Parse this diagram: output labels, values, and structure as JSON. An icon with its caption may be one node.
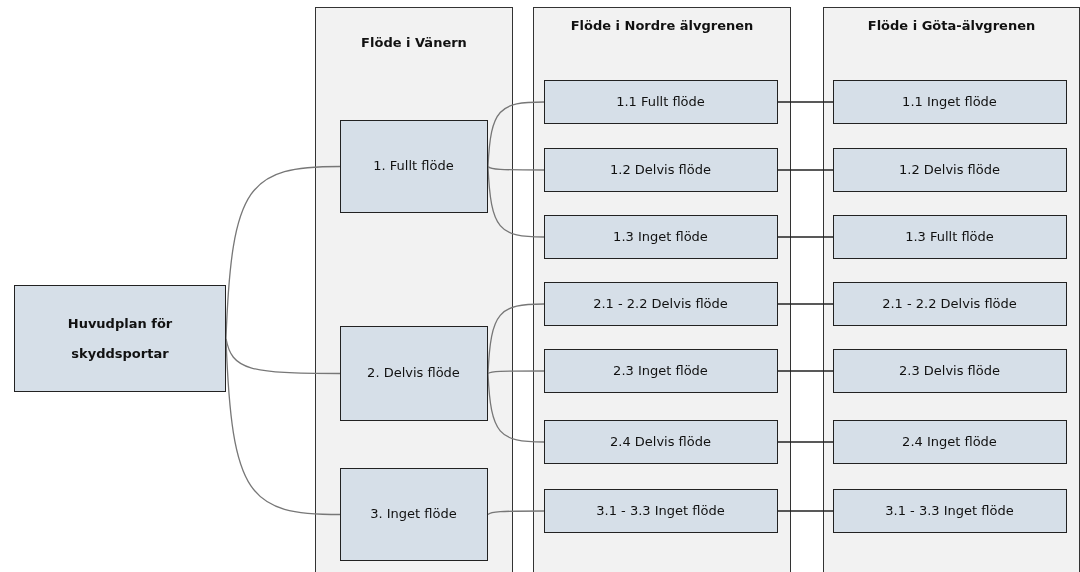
{
  "diagram": {
    "nodes": [
      {
        "text": [
          "Huvudplan för skyddsportar"
        ]
      },
      {
        "text": [
          "Flöde i Vänern"
        ]
      },
      {
        "text": [
          "1. Fullt flöde"
        ],
        "in": 1
      },
      {
        "text": [
          "2. Delvis flöde"
        ],
        "in": 1
      },
      {
        "text": [
          "3. Inget flöde"
        ],
        "in": 1
      },
      {
        "text": [
          "Flöde i Nordre älvgrenen"
        ]
      },
      {
        "text": [
          "1.1 Fullt flöde"
        ],
        "in": 5
      },
      {
        "text": [
          "1.2 Delvis flöde"
        ],
        "in": 5
      },
      {
        "text": [
          "1.3 Inget flöde"
        ],
        "in": 5
      },
      {
        "text": [
          "2.1 - 2.2 Delvis flöde"
        ],
        "in": 5
      },
      {
        "text": [
          "2.3 Inget flöde"
        ],
        "in": 5
      },
      {
        "text": [
          "2.4  Delvis flöde"
        ],
        "in": 5
      },
      {
        "text": [
          "3.1 - 3.3 Inget flöde"
        ],
        "in": 5
      },
      {
        "text": [
          "Flöde i Göta-älvgrenen"
        ]
      },
      {
        "text": [
          "1.1 Inget flöde"
        ],
        "in": 13
      },
      {
        "text": [
          "1.2 Delvis flöde"
        ],
        "in": 13
      },
      {
        "text": [
          "1.3 Fullt flöde"
        ],
        "in": 13
      },
      {
        "text": [
          "2.1 - 2.2 Delvis flöde"
        ],
        "in": 13
      },
      {
        "text": [
          "2.3 Delvis flöde"
        ],
        "in": 13
      },
      {
        "text": [
          "2.4  Inget flöde"
        ],
        "in": 13
      },
      {
        "text": [
          "3.1 - 3.3 Inget flöde"
        ],
        "in": 13
      }
    ],
    "edges": [
      {
        "from": 0,
        "to": 2,
        "arrow": "none"
      },
      {
        "from": 0,
        "to": 3,
        "arrow": "none"
      },
      {
        "from": 0,
        "to": 4,
        "arrow": "none"
      },
      {
        "from": 2,
        "to": 6,
        "arrow": "none"
      },
      {
        "from": 2,
        "to": 7,
        "arrow": "none"
      },
      {
        "from": 2,
        "to": 8,
        "arrow": "none"
      },
      {
        "from": 3,
        "to": 9,
        "arrow": "none"
      },
      {
        "from": 3,
        "to": 10,
        "arrow": "none"
      },
      {
        "from": 3,
        "to": 11,
        "arrow": "none"
      },
      {
        "from": 4,
        "to": 12,
        "arrow": "none"
      },
      {
        "from": 6,
        "to": 14,
        "arrow": "none"
      },
      {
        "from": 7,
        "to": 15,
        "arrow": "none"
      },
      {
        "from": 8,
        "to": 16,
        "arrow": "none"
      },
      {
        "from": 9,
        "to": 17,
        "arrow": "none"
      },
      {
        "from": 10,
        "to": 18,
        "arrow": "none"
      },
      {
        "from": 11,
        "to": 19,
        "arrow": "none"
      },
      {
        "from": 12,
        "to": 20,
        "arrow": "none"
      }
    ]
  }
}
